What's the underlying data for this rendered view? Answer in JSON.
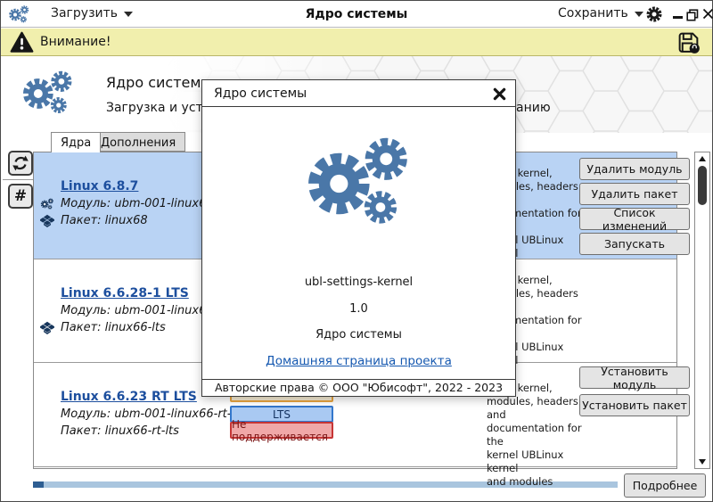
{
  "window": {
    "title": "Ядро системы",
    "load_label": "Загрузить",
    "save_label": "Сохранить"
  },
  "warning": {
    "text": "Внимание!"
  },
  "header": {
    "title": "Ядро системы",
    "subtitle_left": "Загрузка и уста",
    "subtitle_right": "анию"
  },
  "tabs": {
    "kernels": "Ядра",
    "addons": "Дополнения"
  },
  "sidebar": {
    "hash_label": "#"
  },
  "kernels": [
    {
      "name": "Linux 6.8.7",
      "module": "Модуль: ubm-001-linux68",
      "package": "Пакет: linux68",
      "description": [
        "Linux kernel,",
        "modules, headers and",
        "documentation for the",
        "kernel UBLinux kernel"
      ],
      "buttons": [
        "Удалить модуль",
        "Удалить пакет",
        "Список изменений",
        "Запускать"
      ]
    },
    {
      "name": "Linux 6.6.28-1 LTS",
      "module": "Модуль: ubm-001-linux66-lts",
      "package": "Пакет: linux66-lts",
      "description": [
        "Linux kernel,",
        "modules, headers and",
        "documentation for the",
        "kernel UBLinux kernel"
      ]
    },
    {
      "name": "Linux 6.6.23 RT LTS",
      "module": "Модуль: ubm-001-linux66-rt-lts",
      "package": "Пакет: linux66-rt-lts",
      "badges": {
        "lts": "LTS",
        "unsupported": "Не поддерживается"
      },
      "description": [
        "Linux kernel,",
        "modules, headers and",
        "documentation for the",
        "kernel UBLinux kernel",
        "and modules"
      ],
      "buttons": [
        "Установить модуль",
        "Установить пакет"
      ]
    }
  ],
  "modal": {
    "title": "Ядро системы",
    "app_name": "ubl-settings-kernel",
    "version": "1.0",
    "description": "Ядро системы",
    "homepage_link": "Домашняя страница проекта",
    "copyright": "Авторские права © ООО \"Юбисофт\", 2022 - 2023"
  },
  "footer": {
    "details_label": "Подробнее"
  },
  "colors": {
    "accent_blue": "#4a77a8",
    "selection_blue": "#b9d3f4",
    "link_blue": "#1d4f9e",
    "warning_yellow": "#f1efad",
    "lts_badge": "#a9c9f2",
    "unsupported_badge": "#f0a8a8",
    "progress_track": "#a9c5de",
    "progress_fill": "#2e5e92"
  }
}
